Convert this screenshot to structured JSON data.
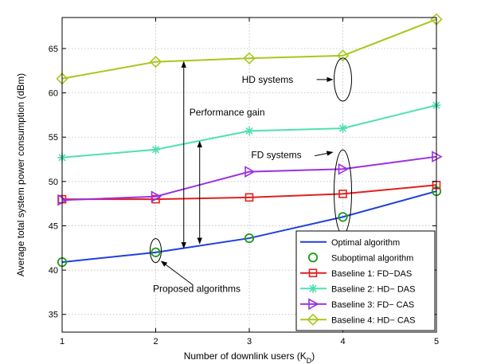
{
  "chart_data": {
    "type": "line",
    "x": [
      1,
      2,
      3,
      4,
      5
    ],
    "xlim": [
      1,
      5
    ],
    "ylim": [
      33,
      68.5
    ],
    "xticks": [
      "1",
      "2",
      "3",
      "4",
      "5"
    ],
    "yticks": [
      "35",
      "40",
      "45",
      "50",
      "55",
      "60",
      "65"
    ],
    "xlabel_main": "Number of downlink users (K",
    "xlabel_sub": "D",
    "xlabel_end": ")",
    "ylabel": "Average total system power consumption (dBm)",
    "grid": "on",
    "legend_position": "bottom-right",
    "series": [
      {
        "name": "Optimal algorithm",
        "values": [
          40.9,
          42.0,
          43.6,
          46.0,
          48.9
        ],
        "color": "#1f3fdd",
        "marker": "none"
      },
      {
        "name": "Suboptimal algorithm",
        "values": [
          40.9,
          42.0,
          43.6,
          46.0,
          48.9
        ],
        "color": "#1a9e1a",
        "marker": "circle"
      },
      {
        "name": "Baseline 1: FD−DAS",
        "values": [
          48.0,
          48.0,
          48.2,
          48.6,
          49.6
        ],
        "color": "#e02020",
        "marker": "square"
      },
      {
        "name": "Baseline 2: HD− DAS",
        "values": [
          52.7,
          53.6,
          55.7,
          56.0,
          58.6
        ],
        "color": "#4fe0b0",
        "marker": "asterisk"
      },
      {
        "name": "Baseline 3: FD− CAS",
        "values": [
          47.9,
          48.3,
          51.1,
          51.4,
          52.8
        ],
        "color": "#9b30e0",
        "marker": "triangle-right"
      },
      {
        "name": "Baseline 4: HD− CAS",
        "values": [
          61.6,
          63.5,
          63.9,
          64.2,
          68.3
        ],
        "color": "#a8c81e",
        "marker": "diamond"
      }
    ],
    "annotations": {
      "hd_systems": "HD systems",
      "performance_gain": "Performance gain",
      "fd_systems": "FD systems",
      "proposed_algorithms": "Proposed algorithms"
    }
  }
}
